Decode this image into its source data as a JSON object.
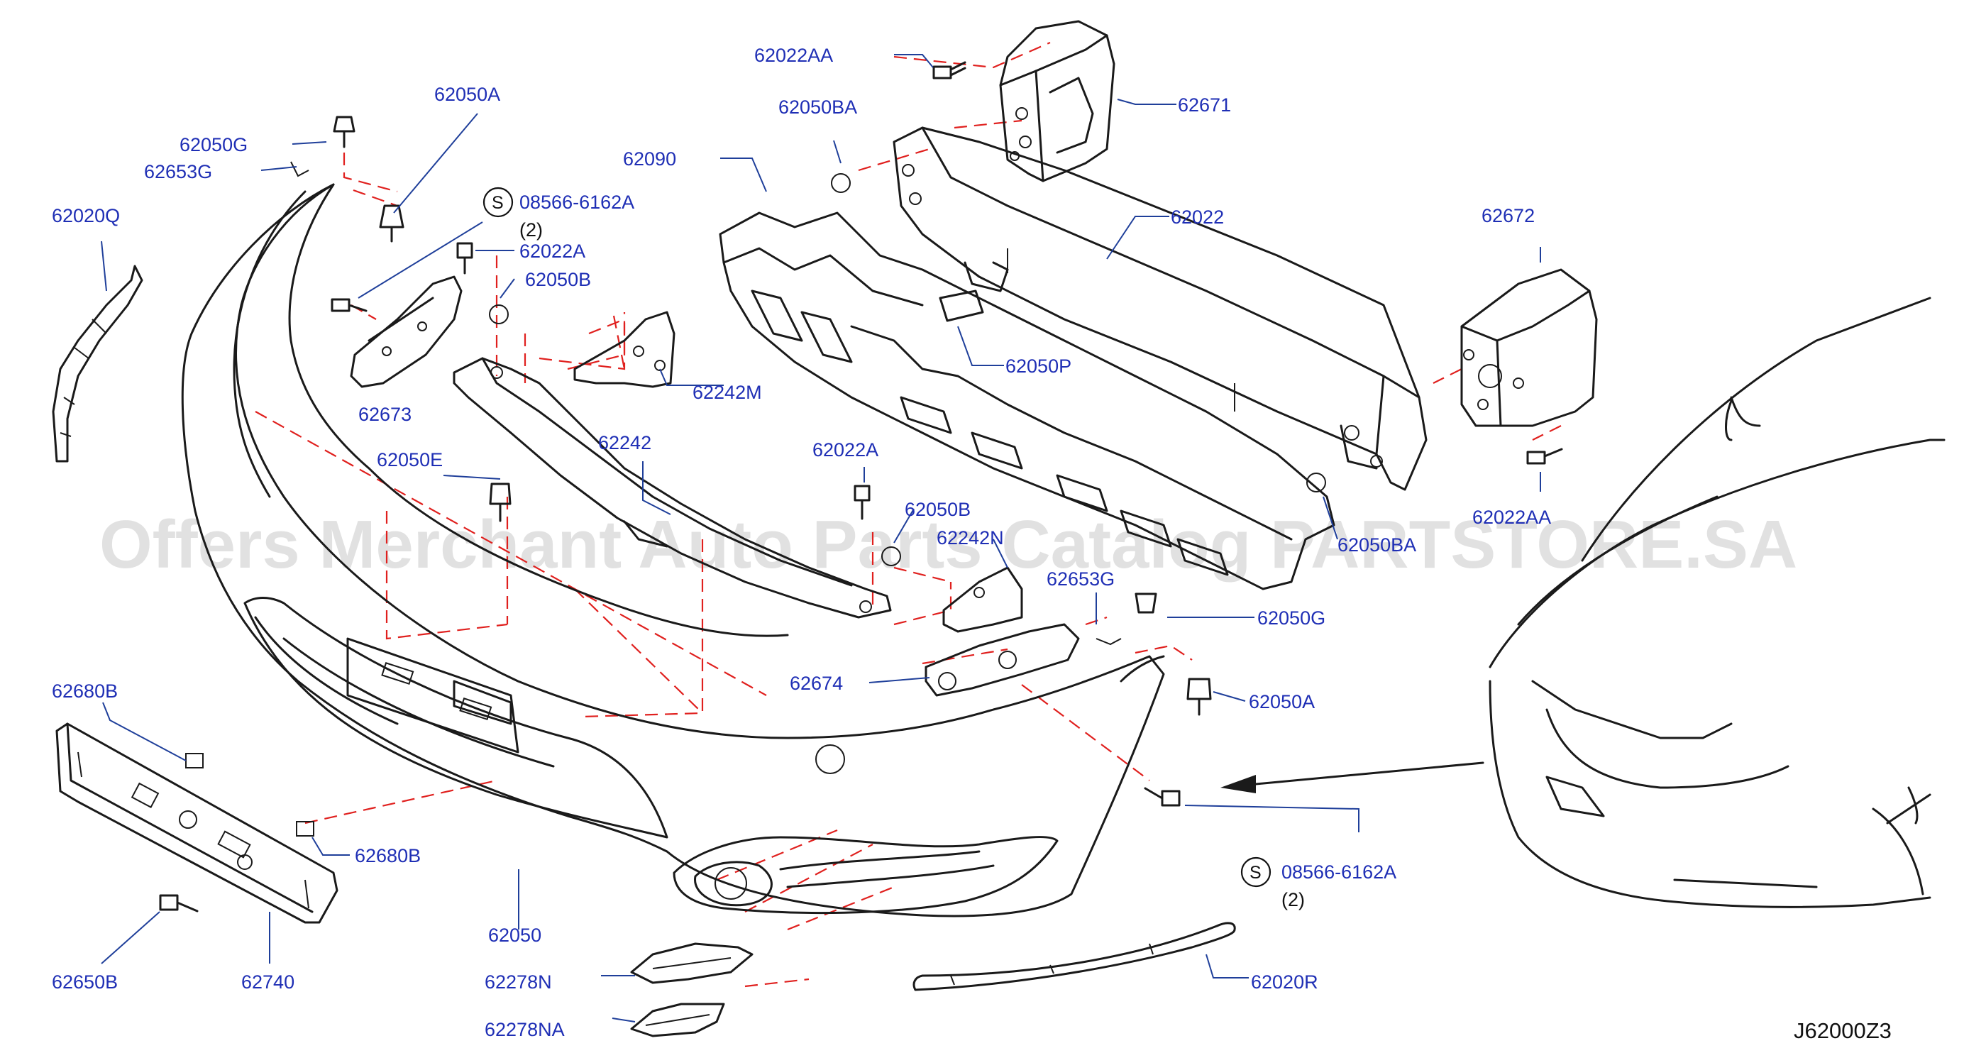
{
  "diagram": {
    "code": "J62000Z3",
    "watermark": "Offers Merchant Auto Parts Catalog PARTSTORE.SA",
    "colors": {
      "label": "#1f2fb5",
      "leader": "#1f3f9a",
      "guide": "#e0201e",
      "line": "#1a1a1a"
    }
  },
  "labels": {
    "p62022AA_top": "62022AA",
    "p62671": "62671",
    "p62050BA": "62050BA",
    "p62090": "62090",
    "p62050A_top": "62050A",
    "p62050G_top": "62050G",
    "p62653G_top": "62653G",
    "p62020Q": "62020Q",
    "s08566_top": "08566-6162A",
    "qty_top": "(2)",
    "p62022A_top": "62022A",
    "p62050B_top": "62050B",
    "p62022": "62022",
    "p62672": "62672",
    "p62050P": "62050P",
    "p62242M": "62242M",
    "p62673": "62673",
    "p62242": "62242",
    "p62050E": "62050E",
    "p62022A_mid": "62022A",
    "p62050B_mid": "62050B",
    "p62242N": "62242N",
    "p62050BA_right": "62050BA",
    "p62022AA_right": "62022AA",
    "p62653G_right": "62653G",
    "p62050G_right": "62050G",
    "p62674": "62674",
    "p62050A_right": "62050A",
    "p62680B_left": "62680B",
    "p62680B_mid": "62680B",
    "s08566_bottom": "08566-6162A",
    "qty_bottom": "(2)",
    "p62050": "62050",
    "p62650B": "62650B",
    "p62740": "62740",
    "p62278N": "62278N",
    "p62278NA": "62278NA",
    "p62020R": "62020R",
    "s_symbol": "S"
  }
}
